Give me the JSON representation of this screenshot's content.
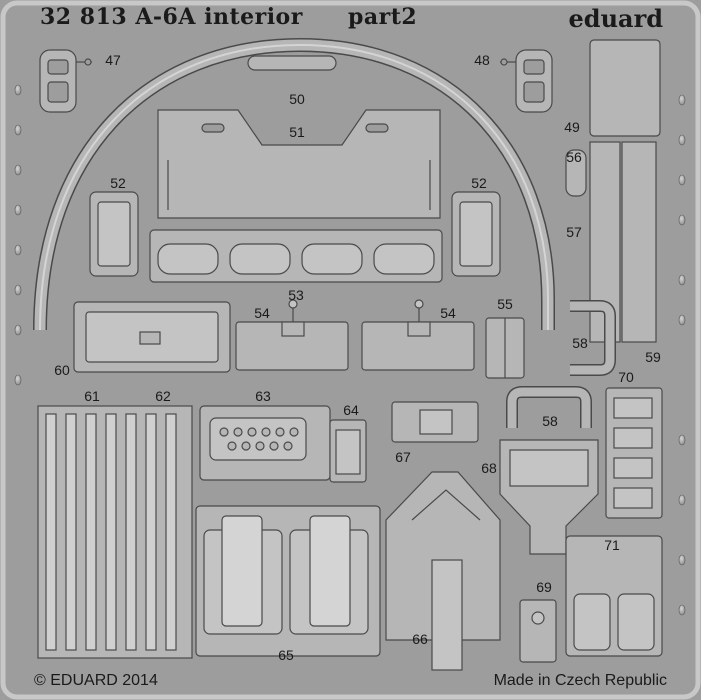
{
  "header": {
    "sku_and_title": "32 813   A-6A interior",
    "part": "part2",
    "brand": "eduard"
  },
  "footer": {
    "copyright": "© EDUARD 2014",
    "origin": "Made in Czech Republic"
  },
  "part_numbers": {
    "p47": "47",
    "p48": "48",
    "p49": "49",
    "p50": "50",
    "p51": "51",
    "p52": "52",
    "p53": "53",
    "p54": "54",
    "p55": "55",
    "p56": "56",
    "p57": "57",
    "p58": "58",
    "p59": "59",
    "p60": "60",
    "p61": "61",
    "p62": "62",
    "p63": "63",
    "p64": "64",
    "p65": "65",
    "p66": "66",
    "p67": "67",
    "p68": "68",
    "p69": "69",
    "p70": "70",
    "p71": "71"
  },
  "colors": {
    "fret_background": "#9d9d9d",
    "etched_surface": "#b6b6b6",
    "outline": "#4a4a4a",
    "frame": "#c8c8c8"
  }
}
